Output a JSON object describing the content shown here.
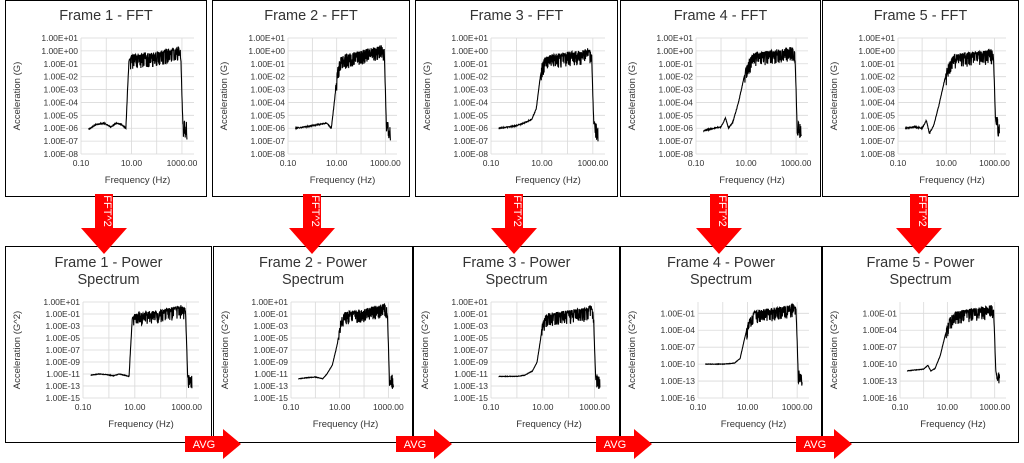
{
  "top_labels": [
    "Frame 1 - FFT",
    "Frame 2 - FFT",
    "Frame 3 - FFT",
    "Frame 4 - FFT",
    "Frame 5 - FFT"
  ],
  "bottom_labels": [
    [
      "Frame 1 - Power",
      "Spectrum"
    ],
    [
      "Frame 2 - Power",
      "Spectrum"
    ],
    [
      "Frame 3 - Power",
      "Spectrum"
    ],
    [
      "Frame 4 - Power",
      "Spectrum"
    ],
    [
      "Frame 5 - Power",
      "Spectrum"
    ]
  ],
  "fft_arrow_label": "FFT^2",
  "avg_arrow_label": "AVG",
  "chart_data": [
    {
      "type": "line",
      "group": "fft",
      "xlabel": "Frequency (Hz)",
      "ylabel": "Acceleration (G)",
      "xscale": "log",
      "xlim": [
        0.1,
        3000
      ],
      "yscale": "log",
      "ylim": [
        1e-08,
        10
      ],
      "x_ticks": [
        "0.10",
        "10.00",
        "1000.00"
      ],
      "y_ticks": [
        "1.00E+01",
        "1.00E+00",
        "1.00E-01",
        "1.00E-02",
        "1.00E-03",
        "1.00E-04",
        "1.00E-05",
        "1.00E-06",
        "1.00E-07",
        "1.00E-08"
      ],
      "panels": [
        {
          "frame": 1,
          "noise_low": -0.9,
          "noise_high": 0.25,
          "shape": [
            [
              0.2,
              -6.1
            ],
            [
              0.4,
              -5.7
            ],
            [
              0.8,
              -5.6
            ],
            [
              1.5,
              -5.9
            ],
            [
              2.5,
              -5.6
            ],
            [
              4,
              -5.7
            ],
            [
              6,
              -6.0
            ],
            [
              7,
              -3.0
            ],
            [
              8,
              -0.7
            ],
            [
              12,
              -0.5
            ],
            [
              100,
              -0.3
            ],
            [
              400,
              0.0
            ],
            [
              700,
              0.1
            ],
            [
              900,
              -0.2
            ],
            [
              1000,
              -3.5
            ],
            [
              1100,
              -6.0
            ],
            [
              1600,
              -6.2
            ]
          ]
        },
        {
          "frame": 2,
          "noise_low": -0.9,
          "noise_high": 0.25,
          "shape": [
            [
              0.2,
              -6.0
            ],
            [
              0.5,
              -5.9
            ],
            [
              1,
              -5.8
            ],
            [
              2,
              -5.7
            ],
            [
              4,
              -5.6
            ],
            [
              6,
              -6.0
            ],
            [
              8,
              -4.0
            ],
            [
              11,
              -1.5
            ],
            [
              15,
              -0.6
            ],
            [
              100,
              -0.2
            ],
            [
              400,
              0.1
            ],
            [
              700,
              0.2
            ],
            [
              900,
              -0.1
            ],
            [
              1000,
              -3.0
            ],
            [
              1100,
              -6.0
            ],
            [
              1600,
              -6.4
            ]
          ]
        },
        {
          "frame": 3,
          "noise_low": -0.9,
          "noise_high": 0.25,
          "shape": [
            [
              0.2,
              -6.0
            ],
            [
              0.5,
              -5.9
            ],
            [
              1,
              -5.8
            ],
            [
              2,
              -5.6
            ],
            [
              4,
              -5.3
            ],
            [
              6,
              -4.5
            ],
            [
              8,
              -2.5
            ],
            [
              10,
              -1.2
            ],
            [
              14,
              -0.6
            ],
            [
              100,
              -0.3
            ],
            [
              400,
              -0.2
            ],
            [
              700,
              0.0
            ],
            [
              900,
              -0.4
            ],
            [
              1000,
              -3.5
            ],
            [
              1100,
              -6.0
            ],
            [
              1600,
              -6.6
            ]
          ]
        },
        {
          "frame": 4,
          "noise_low": -0.9,
          "noise_high": 0.25,
          "shape": [
            [
              0.2,
              -6.2
            ],
            [
              0.5,
              -6.0
            ],
            [
              1,
              -5.9
            ],
            [
              1.5,
              -5.2
            ],
            [
              2,
              -6.0
            ],
            [
              3,
              -5.5
            ],
            [
              5,
              -4.0
            ],
            [
              8,
              -2.2
            ],
            [
              12,
              -1.0
            ],
            [
              20,
              -0.4
            ],
            [
              100,
              -0.2
            ],
            [
              400,
              0.0
            ],
            [
              700,
              0.1
            ],
            [
              900,
              -0.3
            ],
            [
              1000,
              -3.0
            ],
            [
              1100,
              -6.0
            ],
            [
              1600,
              -6.3
            ]
          ]
        },
        {
          "frame": 5,
          "noise_low": -0.9,
          "noise_high": 0.25,
          "shape": [
            [
              0.2,
              -6.0
            ],
            [
              0.5,
              -5.9
            ],
            [
              1,
              -6.0
            ],
            [
              1.5,
              -5.4
            ],
            [
              2,
              -6.4
            ],
            [
              3,
              -5.8
            ],
            [
              5,
              -4.2
            ],
            [
              8,
              -2.5
            ],
            [
              12,
              -1.2
            ],
            [
              20,
              -0.5
            ],
            [
              100,
              -0.3
            ],
            [
              400,
              -0.2
            ],
            [
              700,
              0.0
            ],
            [
              900,
              -0.4
            ],
            [
              1000,
              -2.8
            ],
            [
              1100,
              -5.5
            ],
            [
              1600,
              -6.2
            ]
          ]
        }
      ]
    },
    {
      "type": "line",
      "group": "power_spectrum",
      "xlabel": "Frequency (Hz)",
      "ylabel": "Acceleration (G^2)",
      "xscale": "log",
      "xlim": [
        0.1,
        3000
      ],
      "yscale": "log",
      "x_ticks": [
        "0.10",
        "10.00",
        "1000.00"
      ],
      "panels": [
        {
          "frame": 1,
          "ylim": [
            1e-15,
            10
          ],
          "y_ticks": [
            "1.00E+01",
            "1.00E-01",
            "1.00E-03",
            "1.00E-05",
            "1.00E-07",
            "1.00E-09",
            "1.00E-11",
            "1.00E-13",
            "1.00E-15"
          ],
          "noise_low": -1.8,
          "noise_high": 0.5,
          "shape": [
            [
              0.2,
              -11.2
            ],
            [
              0.4,
              -11.0
            ],
            [
              0.8,
              -11.1
            ],
            [
              1.5,
              -11.3
            ],
            [
              2.5,
              -11.0
            ],
            [
              4,
              -11.2
            ],
            [
              6,
              -11.4
            ],
            [
              7,
              -6.0
            ],
            [
              8,
              -1.6
            ],
            [
              12,
              -1.2
            ],
            [
              100,
              -0.8
            ],
            [
              400,
              -0.2
            ],
            [
              700,
              0.1
            ],
            [
              900,
              -0.5
            ],
            [
              1000,
              -6.0
            ],
            [
              1100,
              -12.0
            ],
            [
              1600,
              -12.5
            ]
          ]
        },
        {
          "frame": 2,
          "ylim": [
            1e-15,
            10
          ],
          "y_ticks": [
            "1.00E+01",
            "1.00E-01",
            "1.00E-03",
            "1.00E-05",
            "1.00E-07",
            "1.00E-09",
            "1.00E-11",
            "1.00E-13",
            "1.00E-15"
          ],
          "noise_low": -1.8,
          "noise_high": 0.5,
          "shape": [
            [
              0.2,
              -11.8
            ],
            [
              0.5,
              -11.6
            ],
            [
              1,
              -11.5
            ],
            [
              2,
              -11.8
            ],
            [
              3,
              -11.0
            ],
            [
              5,
              -9.5
            ],
            [
              8,
              -6.0
            ],
            [
              11,
              -2.5
            ],
            [
              15,
              -1.2
            ],
            [
              100,
              -0.6
            ],
            [
              400,
              0.0
            ],
            [
              700,
              0.3
            ],
            [
              900,
              -0.3
            ],
            [
              1000,
              -6.0
            ],
            [
              1100,
              -12.0
            ],
            [
              1600,
              -12.5
            ]
          ]
        },
        {
          "frame": 3,
          "ylim": [
            1e-15,
            10
          ],
          "y_ticks": [
            "1.00E+01",
            "1.00E-01",
            "1.00E-03",
            "1.00E-05",
            "1.00E-07",
            "1.00E-09",
            "1.00E-11",
            "1.00E-13",
            "1.00E-15"
          ],
          "noise_low": -1.8,
          "noise_high": 0.5,
          "shape": [
            [
              0.2,
              -11.4
            ],
            [
              0.5,
              -11.4
            ],
            [
              1,
              -11.4
            ],
            [
              2,
              -11.2
            ],
            [
              4,
              -10.5
            ],
            [
              6,
              -9.0
            ],
            [
              8,
              -5.5
            ],
            [
              10,
              -2.5
            ],
            [
              14,
              -1.4
            ],
            [
              100,
              -0.8
            ],
            [
              400,
              -0.5
            ],
            [
              700,
              0.0
            ],
            [
              900,
              -0.8
            ],
            [
              1000,
              -7.0
            ],
            [
              1100,
              -12.0
            ],
            [
              1600,
              -12.8
            ]
          ]
        },
        {
          "frame": 4,
          "ylim": [
            1e-16,
            10
          ],
          "y_ticks": [
            "1.00E-01",
            "1.00E-04",
            "1.00E-07",
            "1.00E-10",
            "1.00E-13",
            "1.00E-16"
          ],
          "noise_low": -1.8,
          "noise_high": 0.6,
          "shape": [
            [
              0.2,
              -10.0
            ],
            [
              0.5,
              -10.0
            ],
            [
              1,
              -10.0
            ],
            [
              2,
              -9.9
            ],
            [
              3,
              -9.8
            ],
            [
              5,
              -9.0
            ],
            [
              8,
              -5.0
            ],
            [
              12,
              -2.2
            ],
            [
              20,
              -1.0
            ],
            [
              100,
              -0.6
            ],
            [
              400,
              -0.2
            ],
            [
              700,
              0.1
            ],
            [
              900,
              -0.5
            ],
            [
              1000,
              -6.0
            ],
            [
              1100,
              -12.0
            ],
            [
              1600,
              -13.0
            ]
          ]
        },
        {
          "frame": 5,
          "ylim": [
            1e-16,
            10
          ],
          "y_ticks": [
            "1.00E-01",
            "1.00E-04",
            "1.00E-07",
            "1.00E-10",
            "1.00E-13",
            "1.00E-16"
          ],
          "noise_low": -1.8,
          "noise_high": 0.6,
          "shape": [
            [
              0.2,
              -11.2
            ],
            [
              0.5,
              -11.0
            ],
            [
              1,
              -10.9
            ],
            [
              1.5,
              -10.2
            ],
            [
              2,
              -11.2
            ],
            [
              3,
              -10.8
            ],
            [
              5,
              -8.5
            ],
            [
              8,
              -5.0
            ],
            [
              12,
              -2.5
            ],
            [
              20,
              -1.2
            ],
            [
              100,
              -0.7
            ],
            [
              400,
              -0.4
            ],
            [
              700,
              0.0
            ],
            [
              900,
              -0.8
            ],
            [
              1000,
              -5.5
            ],
            [
              1100,
              -11.0
            ],
            [
              1600,
              -12.5
            ]
          ]
        }
      ]
    }
  ]
}
